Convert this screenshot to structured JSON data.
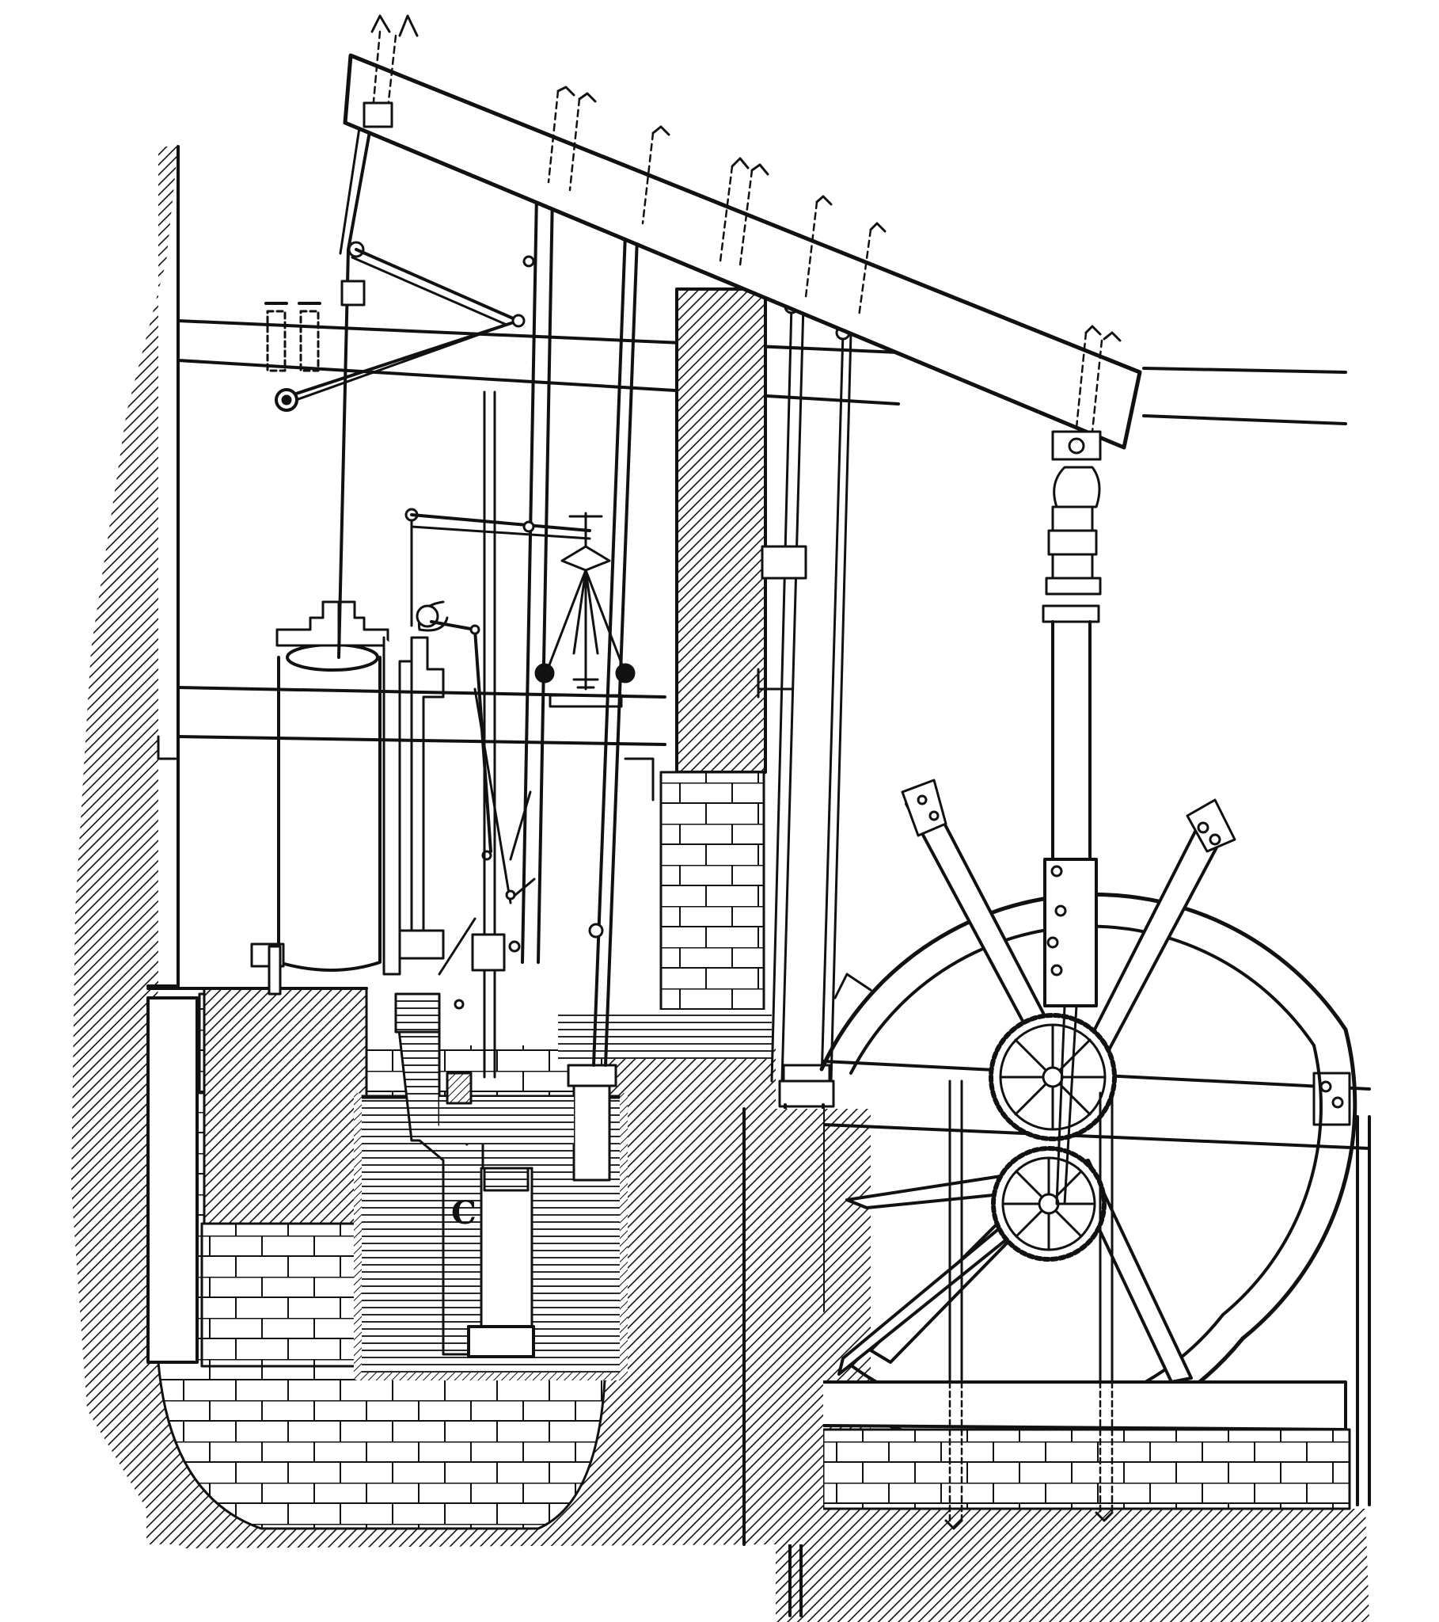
{
  "figure": {
    "labels": {
      "condenser_letter": "C"
    },
    "colors": {
      "ink": "#111111",
      "paper": "#ffffff"
    },
    "parts": [
      "beam",
      "rafter",
      "cross-beam",
      "parallel-motion",
      "cylinder",
      "valve-gear",
      "governor",
      "brick-pillar",
      "connecting-rod",
      "sun-and-planet-gears",
      "flywheel",
      "condenser",
      "cistern",
      "pump",
      "foundation"
    ]
  }
}
